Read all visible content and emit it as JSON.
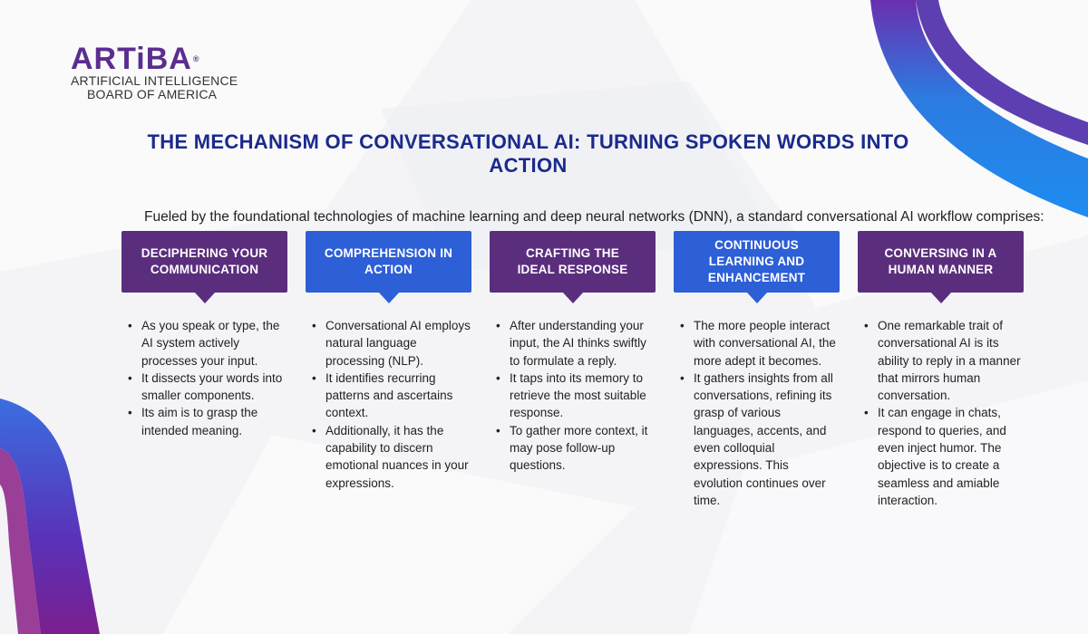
{
  "logo": {
    "mark": "ARTiBA",
    "registered": "®",
    "line1": "ARTIFICIAL INTELLIGENCE",
    "line2": "BOARD OF AMERICA"
  },
  "title": "THE MECHANISM OF CONVERSATIONAL AI: TURNING SPOKEN WORDS INTO ACTION",
  "intro": "Fueled by the foundational technologies of machine learning and deep neural networks (DNN), a standard conversational AI workflow comprises:",
  "colors": {
    "purple": "#5a2e7d",
    "blue": "#2d5fd6",
    "title": "#1b2a8c"
  },
  "cards": [
    {
      "heading": "DECIPHERING YOUR COMMUNICATION",
      "color": "purple",
      "bullets": [
        "As you speak or type, the AI system actively processes your input.",
        "It dissects your words into smaller components.",
        "Its aim is to grasp the intended meaning."
      ]
    },
    {
      "heading": "COMPREHENSION IN ACTION",
      "color": "blue",
      "bullets": [
        "Conversational AI employs natural language processing (NLP).",
        "It identifies recurring patterns and ascertains context.",
        "Additionally, it has the capability to discern emotional nuances in your expressions."
      ]
    },
    {
      "heading": "CRAFTING THE IDEAL RESPONSE",
      "color": "purple",
      "bullets": [
        "After understanding your input, the AI thinks swiftly to formulate a reply.",
        "It taps into its memory to retrieve the most suitable response.",
        "To gather more context, it may pose follow-up questions."
      ]
    },
    {
      "heading": "CONTINUOUS LEARNING AND ENHANCEMENT",
      "color": "blue",
      "bullets": [
        "The more people interact with conversational AI, the more adept it becomes.",
        "It gathers insights from all conversations, refining its grasp of various languages, accents, and even colloquial expressions. This evolution continues over time."
      ]
    },
    {
      "heading": "CONVERSING IN A HUMAN MANNER",
      "color": "purple",
      "bullets": [
        "One remarkable trait of conversational AI is its ability to reply in a manner that mirrors human conversation.",
        "It can engage in chats, respond to queries, and even inject humor. The objective is to create a seamless and amiable interaction."
      ]
    }
  ]
}
